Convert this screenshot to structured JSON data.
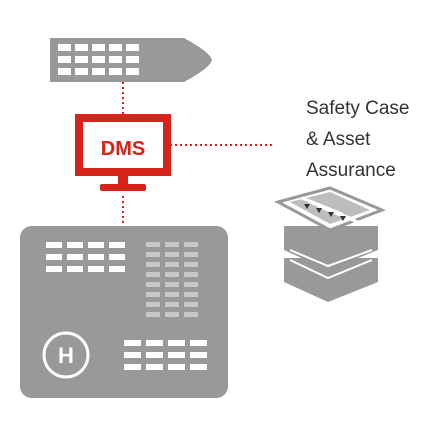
{
  "monitor": {
    "label": "DMS"
  },
  "platform": {
    "helipad_letter": "H"
  },
  "assurance": {
    "lines": [
      "Safety Case",
      "& Asset",
      "Assurance"
    ]
  },
  "colors": {
    "gray": "#999999",
    "gray_dark": "#8f8f8f",
    "red": "#d7241b",
    "white": "#ffffff",
    "text": "#333333"
  },
  "icons": {
    "vessel": "ship-icon",
    "system": "monitor-icon",
    "installation": "offshore-platform-icon",
    "documents": "document-stack-icon"
  }
}
